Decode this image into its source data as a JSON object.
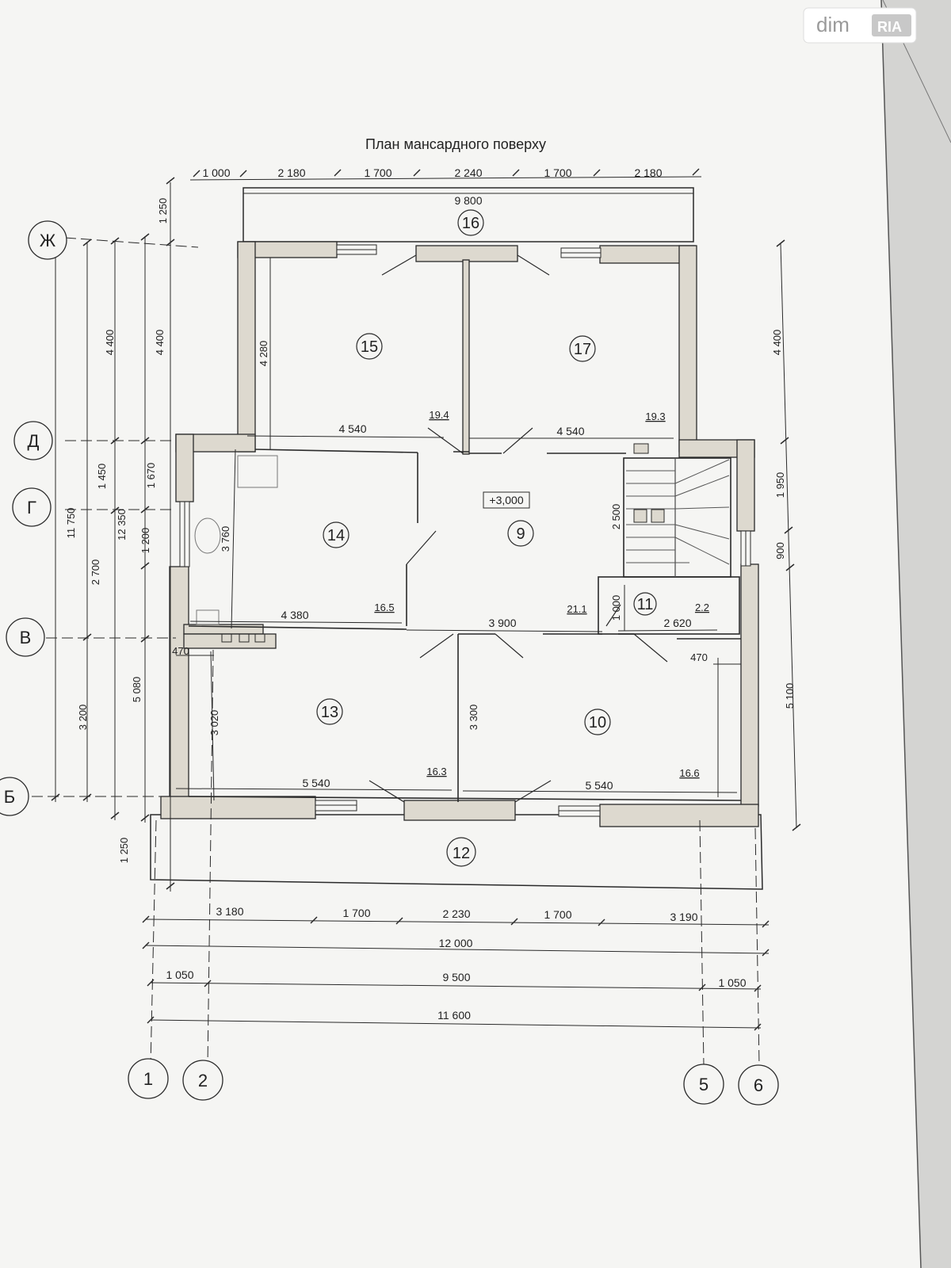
{
  "title": "План мансардного поверху",
  "watermark": {
    "left": "dim",
    "right": "RIA"
  },
  "level_mark": "+3,000",
  "top_dims": [
    "1 000",
    "2 180",
    "1 700",
    "2 240",
    "1 700",
    "2 180"
  ],
  "balcony_top_width": "9 800",
  "rooms": [
    {
      "id": "15",
      "area": "19.4",
      "w": "4 540",
      "h": "4 280"
    },
    {
      "id": "17",
      "area": "19.3",
      "w": "4 540"
    },
    {
      "id": "14",
      "area": "16.5",
      "w": "4 380",
      "h": "3 760"
    },
    {
      "id": "9"
    },
    {
      "id": "11",
      "area": "2.2",
      "w": "2 620",
      "h": "1 000"
    },
    {
      "id": "13",
      "area": "16.3",
      "w": "5 540",
      "h": "3 020"
    },
    {
      "id": "10",
      "area": "16.6",
      "w": "5 540"
    },
    {
      "id": "16"
    },
    {
      "id": "12"
    }
  ],
  "hall": {
    "area": "21.1",
    "w": "3 900",
    "h": "3 300"
  },
  "stair": {
    "len": "2 500"
  },
  "offsets": {
    "left": "470",
    "right": "470"
  },
  "left_dims": {
    "outer": "11 750",
    "mid": "12 350",
    "chain_a": [
      "4 400",
      "1 450",
      "2 700",
      "3 200"
    ],
    "chain_b": [
      "1 250",
      "4 400",
      "1 670",
      "1 200",
      "5 080",
      "1 250"
    ]
  },
  "right_dims": [
    "4 400",
    "1 950",
    "900",
    "5 100"
  ],
  "bottom_dims": {
    "row1": [
      "3 180",
      "1 700",
      "2 230",
      "1 700",
      "3 190"
    ],
    "row2": "12 000",
    "row3": [
      "1 050",
      "9 500",
      "1 050"
    ],
    "row4": "11 600"
  },
  "axes_h": [
    "Ж",
    "Д",
    "Г",
    "В",
    "Б"
  ],
  "axes_v": [
    "1",
    "2",
    "5",
    "6"
  ],
  "colors": {
    "paper": "#f6f6f4",
    "wall": "#ddd9cf",
    "line": "#2a2a2a",
    "bg": "#d7d7d5"
  }
}
